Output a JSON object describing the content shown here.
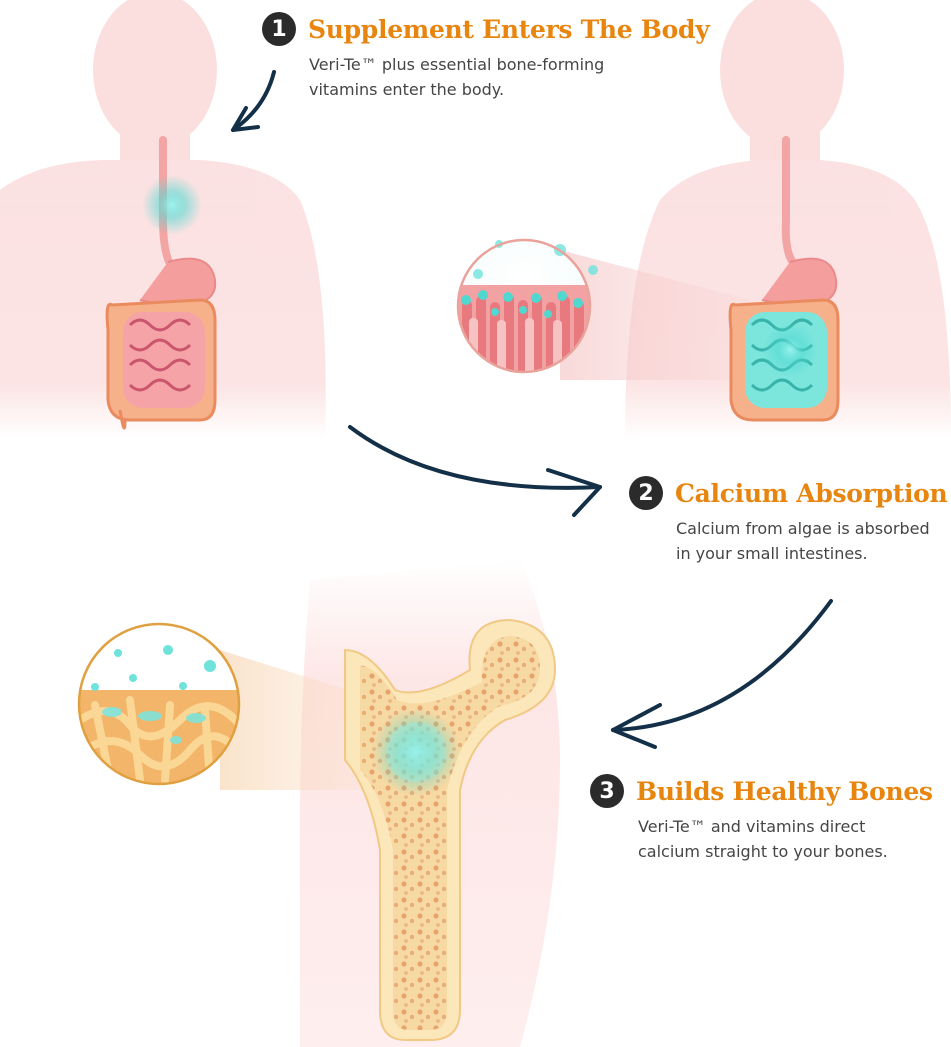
{
  "steps": [
    {
      "number": "1",
      "title": "Supplement Enters The Body",
      "desc_lines": [
        "Veri-Te™ plus essential bone-forming",
        "vitamins enter the body."
      ]
    },
    {
      "number": "2",
      "title": "Calcium Absorption",
      "desc_lines": [
        "Calcium from algae is absorbed",
        "in your small intestines."
      ]
    },
    {
      "number": "3",
      "title": "Builds Healthy Bones",
      "desc_lines": [
        "Veri-Te™ and vitamins direct",
        "calcium straight to your bones."
      ]
    }
  ],
  "colors": {
    "title_orange": "#e8850f",
    "badge_dark": "#2b2b2b",
    "arrow_navy": "#143048",
    "calcium_cyan": "#3fd6d0",
    "body_pink": "#fbdede",
    "bone_yellow": "#f7dba0"
  }
}
